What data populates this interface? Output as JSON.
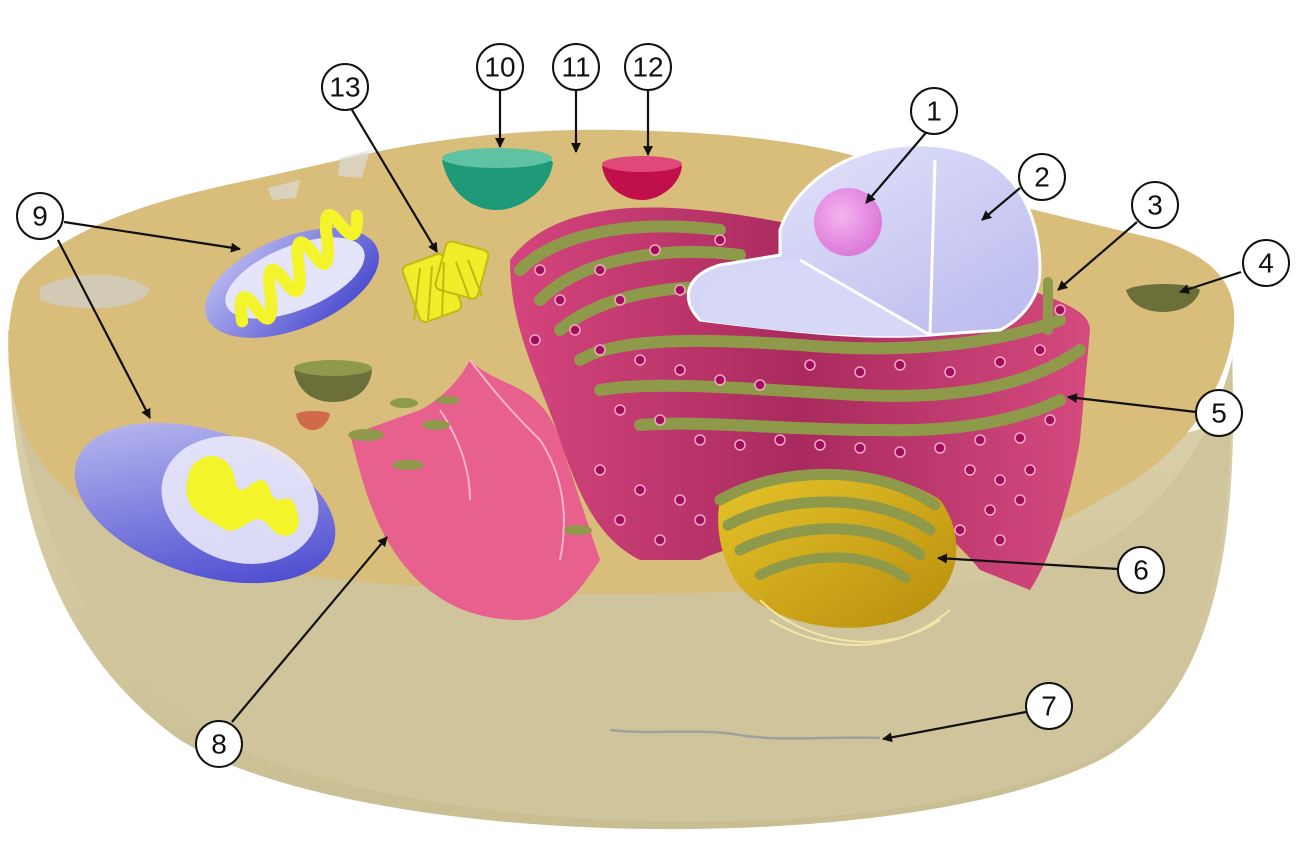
{
  "callouts": [
    {
      "id": "1",
      "label": "1"
    },
    {
      "id": "2",
      "label": "2"
    },
    {
      "id": "3",
      "label": "3"
    },
    {
      "id": "4",
      "label": "4"
    },
    {
      "id": "5",
      "label": "5"
    },
    {
      "id": "6",
      "label": "6"
    },
    {
      "id": "7",
      "label": "7"
    },
    {
      "id": "8",
      "label": "8"
    },
    {
      "id": "9",
      "label": "9"
    },
    {
      "id": "10",
      "label": "10"
    },
    {
      "id": "11",
      "label": "11"
    },
    {
      "id": "12",
      "label": "12"
    },
    {
      "id": "13",
      "label": "13"
    }
  ],
  "colors": {
    "cytoplasm_top": "#d9bd7a",
    "cell_body": "#d1c7a0",
    "nucleus": "#dcdcf6",
    "nucleolus": "#e88ee6",
    "rough_er": "#d8457e",
    "er_membrane": "#8e9a4a",
    "ribosome": "#a0105a",
    "golgi": "#d9b21a",
    "mitochondria_outer": "#5a5ad6",
    "mitochondria_inner": "#f4f42a",
    "centrioles": "#f2ec2a",
    "vesicle_green": "#6b6f3a",
    "vesicle_teal": "#1f9a78",
    "vesicle_red": "#c00f4a"
  }
}
